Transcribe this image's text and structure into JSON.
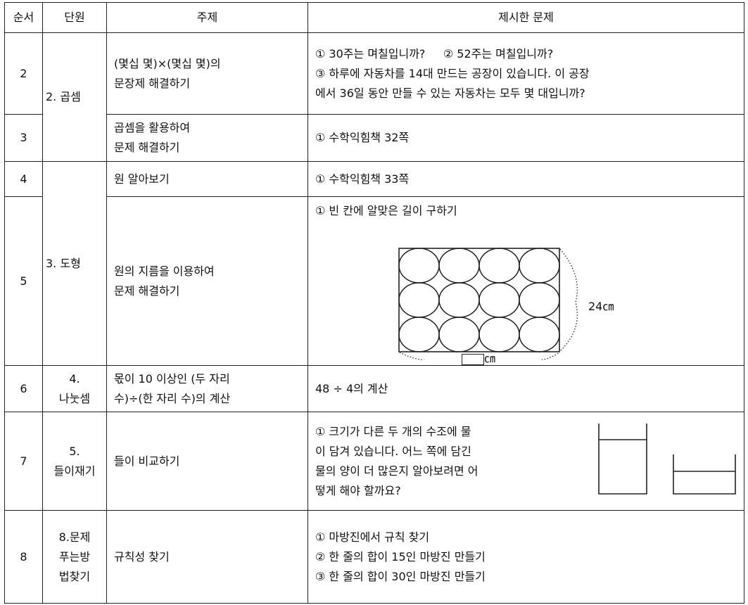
{
  "headers": [
    "순서",
    "단원",
    "주제",
    "제시한 문제"
  ],
  "rows": [
    {
      "order": "2",
      "topic_lines": [
        "(몇십 몇)×(몇십 몇)의",
        "문장제 해결하기"
      ],
      "problem_lines": [
        "① 30주는 며칠입니까?     ② 52주는 며칠입니까?",
        "③ 하루에 자동차를 14대 만드는 공장이 있습니다. 이 공장",
        "에서 36일 동안 만들 수 있는 자동차는 모두 몇 대입니까?"
      ]
    },
    {
      "order": "3",
      "topic_lines": [
        "곱셈을 활용하여",
        "문제 해결하기"
      ],
      "problem_lines": [
        "① 수학익힘책 32쪽"
      ]
    },
    {
      "order": "4",
      "topic_lines": [
        "원 알아보기"
      ],
      "problem_lines": [
        "① 수학익힘책 33쪽"
      ]
    },
    {
      "order": "5",
      "topic_lines": [
        "원의 지름을 이용하여",
        "문제 해결하기"
      ],
      "problem_lines": [
        "① 빈 칸에 알맞은 길이 구하기"
      ],
      "figure": {
        "side_label": "24㎝",
        "bottom_unit": "㎝",
        "grid_rows": 3,
        "grid_cols": 4
      }
    },
    {
      "order": "6",
      "unit_lines": [
        "4.",
        "나눗셈"
      ],
      "topic_lines": [
        "몫이 10 이상인 (두 자리",
        "수)÷(한 자리 수)의 계산"
      ],
      "problem_lines": [
        "48 ÷ 4의 계산"
      ]
    },
    {
      "order": "7",
      "unit_lines": [
        "5.",
        "들이재기"
      ],
      "topic_lines": [
        "들이 비교하기"
      ],
      "problem_lines": [
        "① 크기가 다른 두 개의 수조에 물",
        "이 담겨 있습니다. 어느 쪽에 담긴",
        "물의 양이 더 많은지 알아보려면 어",
        "떻게 해야 할까요?"
      ]
    },
    {
      "order": "8",
      "unit_lines": [
        "8.문제",
        "푸는방",
        "법찾기"
      ],
      "topic_lines": [
        "규칙성 찾기"
      ],
      "problem_lines": [
        "① 마방진에서 규칙 찾기",
        "② 한 줄의 합이 15인 마방진 만들기",
        "③ 한 줄의 합이 30인 마방진 만들기"
      ]
    }
  ],
  "unit_groups": {
    "mult": "2. 곱셈",
    "shape": "3. 도형"
  }
}
